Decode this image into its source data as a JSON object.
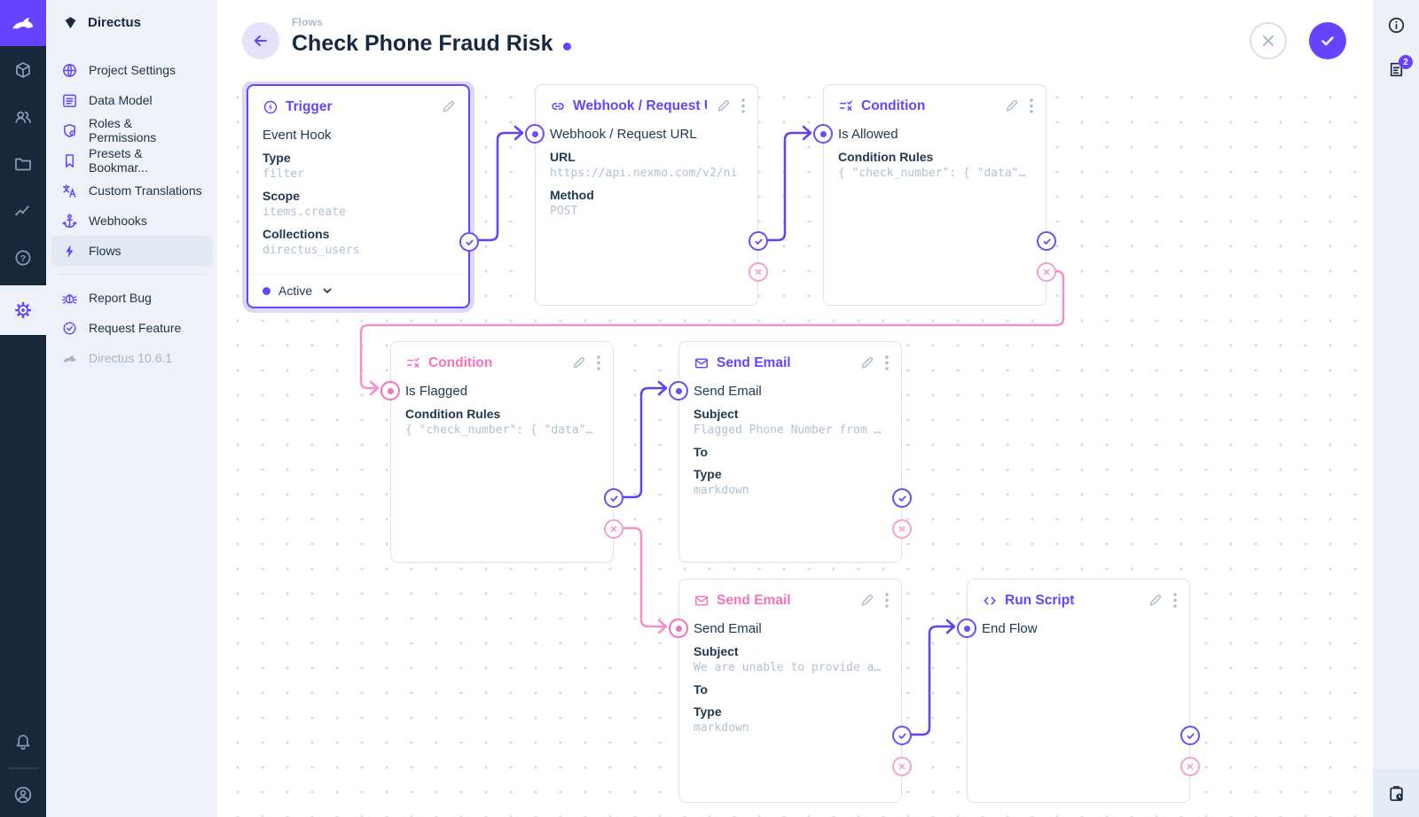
{
  "theme": {
    "accent": "#6644FF",
    "reject_pink": "#F272BC",
    "edge_purple": "#5B44F2",
    "edge_pink": "#F48FCB",
    "module_bar_bg": "#16283A",
    "sidebar_bg": "#EEF2F8"
  },
  "module_bar": {
    "icons": [
      "directus-logo",
      "content-box",
      "users",
      "files-folder",
      "insights",
      "help",
      "settings-gear",
      "notifications-bell",
      "account-circle"
    ]
  },
  "sidebar": {
    "title": "Directus",
    "items": [
      {
        "label": "Project Settings",
        "icon": "globe"
      },
      {
        "label": "Data Model",
        "icon": "list-box"
      },
      {
        "label": "Roles & Permissions",
        "icon": "shield-person"
      },
      {
        "label": "Presets & Bookmar...",
        "icon": "bookmark"
      },
      {
        "label": "Custom Translations",
        "icon": "translate"
      },
      {
        "label": "Webhooks",
        "icon": "anchor"
      },
      {
        "label": "Flows",
        "icon": "bolt",
        "active": true
      }
    ],
    "footer_items": [
      {
        "label": "Report Bug",
        "icon": "bug"
      },
      {
        "label": "Request Feature",
        "icon": "verified-seal"
      }
    ],
    "version": "Directus 10.6.1"
  },
  "header": {
    "breadcrumb": "Flows",
    "title": "Check Phone Fraud Risk",
    "unsaved_indicator": true
  },
  "right_sidebar": {
    "icons": [
      "info",
      "notes-doc",
      "activity-clipboard"
    ],
    "notes_badge": "2"
  },
  "canvas": {
    "cards": [
      {
        "title": "Trigger",
        "accent": "purple",
        "selected": true,
        "rows": [
          {
            "text": "Event Hook"
          },
          {
            "label": "Type",
            "value": "filter"
          },
          {
            "label": "Scope",
            "value": "items.create"
          },
          {
            "label": "Collections",
            "value": "directus_users"
          }
        ],
        "footer": {
          "status": "Active"
        }
      },
      {
        "title": "Webhook / Request U",
        "accent": "purple",
        "rows": [
          {
            "text": "Webhook / Request URL"
          },
          {
            "label": "URL",
            "value": "https://api.nexmo.com/v2/ni"
          },
          {
            "label": "Method",
            "value": "POST"
          }
        ]
      },
      {
        "title": "Condition",
        "accent": "purple",
        "rows": [
          {
            "text": "Is Allowed"
          },
          {
            "label": "Condition Rules",
            "value": "{ \"check_number\": { \"data\"…"
          }
        ]
      },
      {
        "title": "Condition",
        "accent": "pink",
        "rows": [
          {
            "text": "Is Flagged"
          },
          {
            "label": "Condition Rules",
            "value": "{ \"check_number\": { \"data\"…"
          }
        ]
      },
      {
        "title": "Send Email",
        "accent": "purple",
        "rows": [
          {
            "text": "Send Email"
          },
          {
            "label": "Subject",
            "value": "Flagged Phone Number from …"
          },
          {
            "label": "To",
            "value": ""
          },
          {
            "label": "Type",
            "value": "markdown"
          }
        ]
      },
      {
        "title": "Send Email",
        "accent": "pink",
        "rows": [
          {
            "text": "Send Email"
          },
          {
            "label": "Subject",
            "value": "We are unable to provide a…"
          },
          {
            "label": "To",
            "value": ""
          },
          {
            "label": "Type",
            "value": "markdown"
          }
        ]
      },
      {
        "title": "Run Script",
        "accent": "purple",
        "rows": [
          {
            "text": "End Flow"
          }
        ]
      }
    ]
  }
}
